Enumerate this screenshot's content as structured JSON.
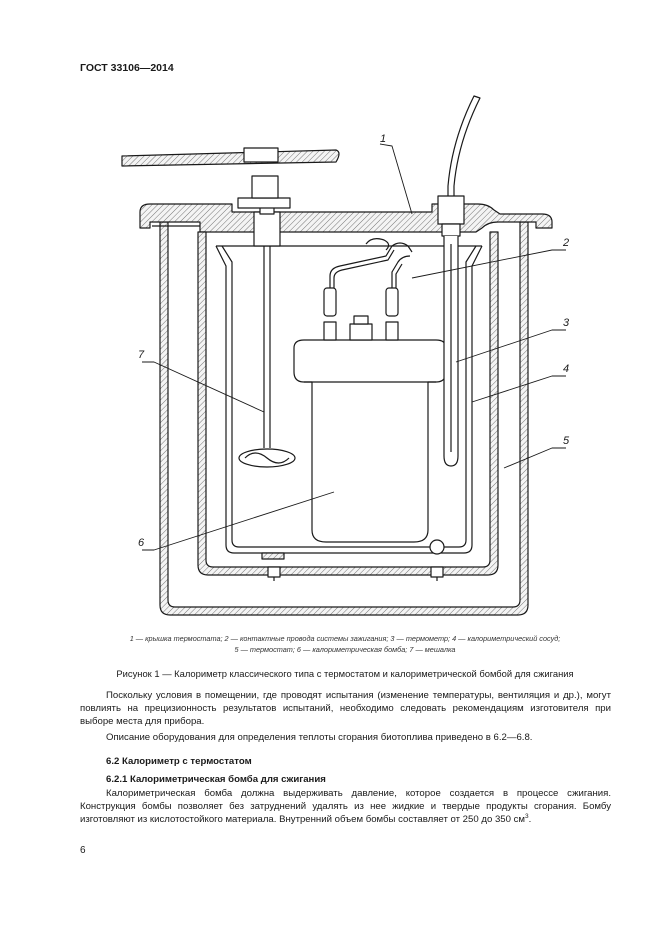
{
  "header": {
    "doc_code": "ГОСТ 33106—2014"
  },
  "figure": {
    "callouts": [
      "1",
      "2",
      "3",
      "4",
      "5",
      "6",
      "7"
    ],
    "legend_line1": "1 — крышка термостата; 2 — контактные провода системы зажигания; 3 — термометр; 4 — калориметрический сосуд;",
    "legend_line2": "5 — термостат; 6 — калориметрическая бомба; 7 — мешалка",
    "caption": "Рисунок 1 — Калориметр классического типа с термостатом и калориметрической бомбой для сжигания"
  },
  "body": {
    "para1": "Поскольку условия в помещении, где проводят испытания (изменение температуры, вентиляция и др.), могут повлиять на прецизионность результатов испытаний, необходимо следовать рекомендациям изготовителя при выборе места для прибора.",
    "para2": "Описание оборудования для определения теплоты сгорания биотоплива приведено в 6.2—6.8.",
    "heading_6_2": "6.2 Калориметр с термостатом",
    "heading_6_2_1": "6.2.1 Калориметрическая бомба для сжигания",
    "para3": "Калориметрическая бомба должна выдерживать давление, которое создается в процессе сжигания. Конструкция бомбы позволяет без затруднений удалять из нее жидкие и твердые продукты сгорания. Бомбу изготовляют из кислотостойкого материала. Внутренний объем бомбы составляет от 250 до 350 см",
    "para3_sup": "3",
    "para3_end": "."
  },
  "page_number": "6",
  "colors": {
    "ink": "#1a1a1a",
    "hatch_fill": "#e8e8e8"
  }
}
